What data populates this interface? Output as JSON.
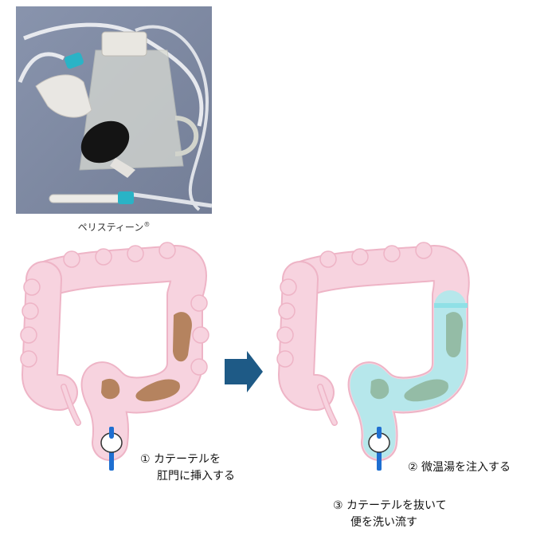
{
  "photo": {
    "caption": "ペリスティーン",
    "caption_mark": "®"
  },
  "steps": [
    {
      "marker": "①",
      "line1": "カテーテルを",
      "line2": "肛門に挿入する"
    },
    {
      "marker": "②",
      "line1": "微温湯を注入する",
      "line2": ""
    },
    {
      "marker": "③",
      "line1": "カテーテルを抜いて",
      "line2": "便を洗い流す"
    }
  ],
  "colors": {
    "colon": "#f7d3df",
    "colon_edge": "#eeb4c6",
    "stool": "#b5835f",
    "water": "#aee9ec",
    "arrow": "#1e5a86",
    "catheter": "#1f6fd1"
  }
}
